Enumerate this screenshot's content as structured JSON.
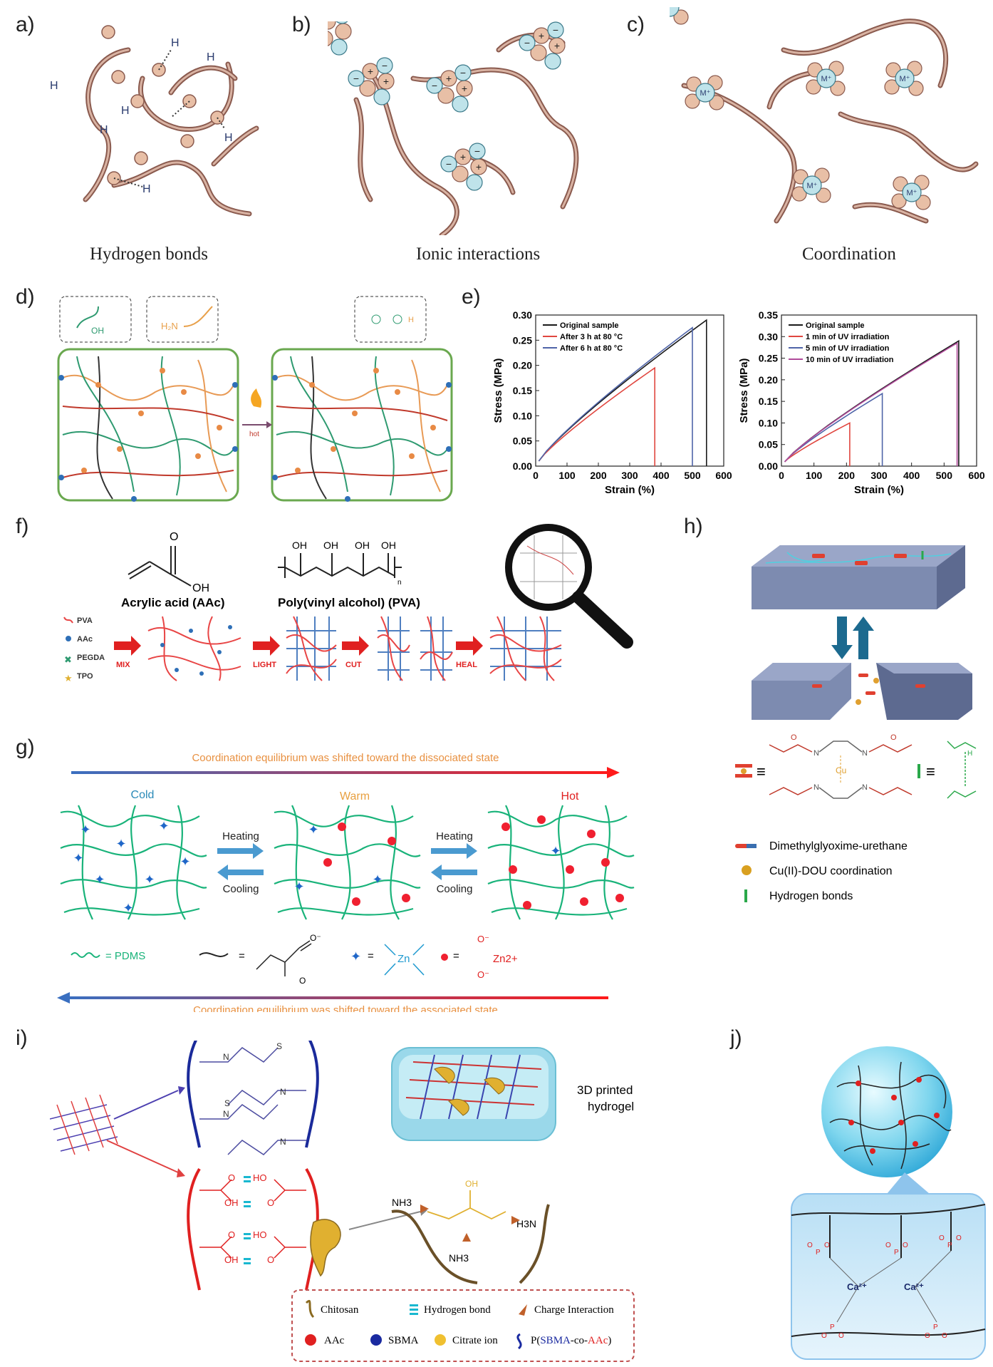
{
  "panels": {
    "a": {
      "label": "a)",
      "caption": "Hydrogen bonds",
      "h": "H"
    },
    "b": {
      "label": "b)",
      "caption": "Ionic interactions"
    },
    "c": {
      "label": "c)",
      "caption": "Coordination",
      "ion": "M⁺"
    },
    "d": {
      "label": "d)",
      "cooh": "OH",
      "nh2": "H₂N",
      "arrow": "hot",
      "o": "O",
      "hh": "H"
    },
    "e": {
      "label": "e)"
    },
    "f": {
      "label": "f)",
      "aac_name": "Acrylic acid (AAc)",
      "pva_name": "Poly(vinyl alcohol) (PVA)",
      "oh": "OH",
      "o": "O",
      "n": "n",
      "legend": [
        "PVA",
        "AAc",
        "PEGDA",
        "TPO"
      ],
      "steps": [
        "MIX",
        "LIGHT",
        "CUT",
        "HEAL"
      ]
    },
    "g": {
      "label": "g)",
      "top_text": "Coordination equilibrium was shifted toward the dissociated state",
      "bottom_text": "Coordination equilibrium was shifted toward the associated state",
      "states": [
        "Cold",
        "Warm",
        "Hot"
      ],
      "heating": "Heating",
      "cooling": "Cooling",
      "pdms": "= PDMS",
      "eq": "=",
      "zn": "Zn",
      "zn2": "Zn2+",
      "o": "O",
      "ominus": "O⁻"
    },
    "h": {
      "label": "h)",
      "legend": [
        "Dimethylglyoxime-urethane",
        "Cu(II)-DOU coordination",
        "Hydrogen bonds"
      ],
      "equiv": "≡",
      "cu": "Cu",
      "n": "N",
      "o": "O",
      "hh": "H"
    },
    "i": {
      "label": "i)",
      "printed": [
        "3D printed",
        "hydrogel"
      ],
      "oh": "OH",
      "ho": "HO",
      "o": "O",
      "nh3": "NH3",
      "h3n": "H3N",
      "s": "S",
      "n": "N",
      "legend_row1": [
        "Chitosan",
        "Hydrogen bond",
        "Charge Interaction"
      ],
      "legend_row2": [
        "AAc",
        "SBMA",
        "Citrate ion"
      ],
      "copolymer": {
        "a": "P(",
        "b": "SBMA",
        "c": "-co-",
        "d": "AAc",
        "e": ")"
      }
    },
    "j": {
      "label": "j)",
      "ca": "Ca²⁺",
      "o": "O",
      "p": "P"
    }
  },
  "chart_data": [
    {
      "type": "line",
      "xlabel": "Strain (%)",
      "ylabel": "Stress (MPa)",
      "xlim": [
        0,
        600
      ],
      "ylim": [
        0,
        0.3
      ],
      "xticks": [
        0,
        100,
        200,
        300,
        400,
        500,
        600
      ],
      "yticks": [
        "0.00",
        "0.05",
        "0.10",
        "0.15",
        "0.20",
        "0.25",
        "0.30"
      ],
      "legend_position": "top-left",
      "series": [
        {
          "name": "Original sample",
          "color": "#1a1a1a",
          "break_x": 545,
          "peak_y": 0.29
        },
        {
          "name": "After 3 h at 80 °C",
          "color": "#e0463f",
          "break_x": 380,
          "peak_y": 0.195
        },
        {
          "name": "After 6 h at 80 °C",
          "color": "#4f64a8",
          "break_x": 500,
          "peak_y": 0.275
        }
      ]
    },
    {
      "type": "line",
      "xlabel": "Strain (%)",
      "ylabel": "Stress (MPa)",
      "xlim": [
        0,
        600
      ],
      "ylim": [
        0,
        0.35
      ],
      "xticks": [
        0,
        100,
        200,
        300,
        400,
        500,
        600
      ],
      "yticks": [
        "0.00",
        "0.05",
        "0.10",
        "0.15",
        "0.20",
        "0.25",
        "0.30",
        "0.35"
      ],
      "legend_position": "top-left",
      "series": [
        {
          "name": "Original sample",
          "color": "#1a1a1a",
          "break_x": 545,
          "peak_y": 0.29
        },
        {
          "name": "1 min of UV irradiation",
          "color": "#e0463f",
          "break_x": 210,
          "peak_y": 0.1
        },
        {
          "name": "5 min of UV irradiation",
          "color": "#4f64a8",
          "break_x": 310,
          "peak_y": 0.168
        },
        {
          "name": "10 min of UV irradiation",
          "color": "#b04a9a",
          "break_x": 540,
          "peak_y": 0.285
        }
      ]
    }
  ]
}
